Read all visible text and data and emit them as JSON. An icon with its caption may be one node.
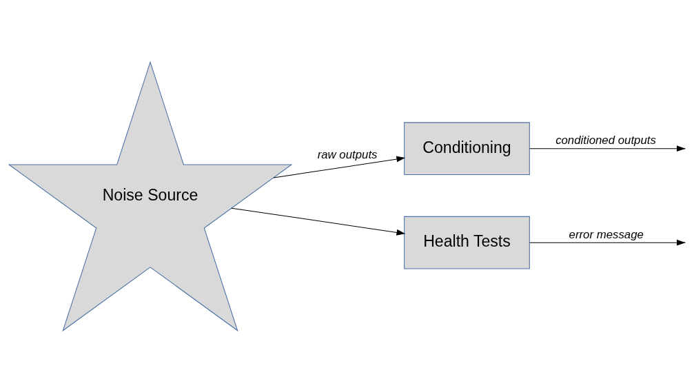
{
  "diagram": {
    "nodes": [
      {
        "text": [
          "Noise Source"
        ]
      },
      {
        "text": [
          "Conditioning"
        ]
      },
      {
        "text": [
          "Health Tests"
        ]
      }
    ],
    "edges": [
      {
        "from": 0,
        "to": 1,
        "arrow": "to",
        "label": "raw outputs"
      },
      {
        "from": 0,
        "to": 2,
        "arrow": "to"
      },
      {
        "from": 1,
        "to": null,
        "arrow": "to",
        "label": "conditioned outputs"
      },
      {
        "from": 2,
        "to": null,
        "arrow": "to",
        "label": "error message"
      }
    ]
  }
}
